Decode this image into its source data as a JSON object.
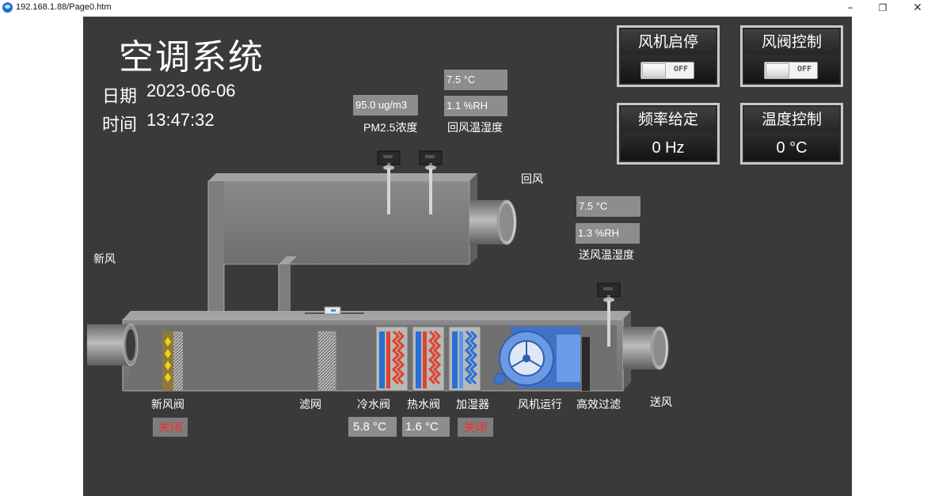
{
  "window": {
    "url": "192.168.1.88/Page0.htm",
    "minimize_icon": "minimize-icon",
    "restore_icon": "restore-icon",
    "close_icon": "close-icon"
  },
  "header": {
    "title": "空调系统",
    "date_label": "日期",
    "date_value": "2023-06-06",
    "time_label": "时间",
    "time_value": "13:47:32"
  },
  "controls": {
    "fan_switch": {
      "label": "风机启停",
      "state": "OFF"
    },
    "damper_switch": {
      "label": "风阀控制",
      "state": "OFF"
    },
    "frequency": {
      "label": "频率给定",
      "value": "0 Hz"
    },
    "temperature": {
      "label": "温度控制",
      "value": "0 °C"
    }
  },
  "sensors": {
    "pm25": {
      "value": "95.0 ug/m3",
      "label": "PM2.5浓度"
    },
    "return_air": {
      "temp": "7.5 °C",
      "humidity": "1.1 %RH",
      "label": "回风温湿度"
    },
    "supply_air": {
      "temp": "7.5 °C",
      "humidity": "1.3 %RH",
      "label": "送风温湿度"
    }
  },
  "labels": {
    "return_air": "回风",
    "fresh_air": "新风",
    "supply_air": "送风",
    "fresh_damper": "新风阀",
    "filter": "滤网",
    "cold_valve": "冷水阀",
    "hot_valve": "热水阀",
    "humidifier": "加湿器",
    "fan_running": "风机运行",
    "hepa_filter": "高效过滤"
  },
  "statuses": {
    "fresh_damper": "关闭",
    "cold_valve": "5.8 °C",
    "hot_valve": "1.6 °C",
    "humidifier": "关闭"
  },
  "colors": {
    "panel_bg": "#3a3a3a",
    "value_box": "#8d8d8d",
    "alarm_text": "#ff2a2a",
    "coil_cold": "#2a6fd6",
    "coil_hot": "#e0432b",
    "fan_blue": "#4d84d8"
  }
}
